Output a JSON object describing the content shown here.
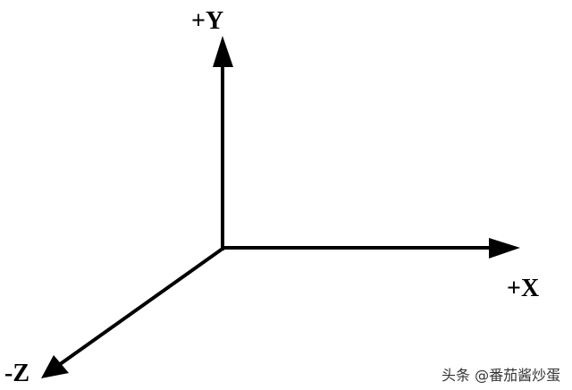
{
  "diagram": {
    "axes": [
      {
        "id": "y",
        "label": "+Y"
      },
      {
        "id": "x",
        "label": "+X"
      },
      {
        "id": "z",
        "label": "-Z"
      }
    ],
    "stroke_color": "#000000"
  },
  "watermark": "头条 @番茄酱炒蛋"
}
